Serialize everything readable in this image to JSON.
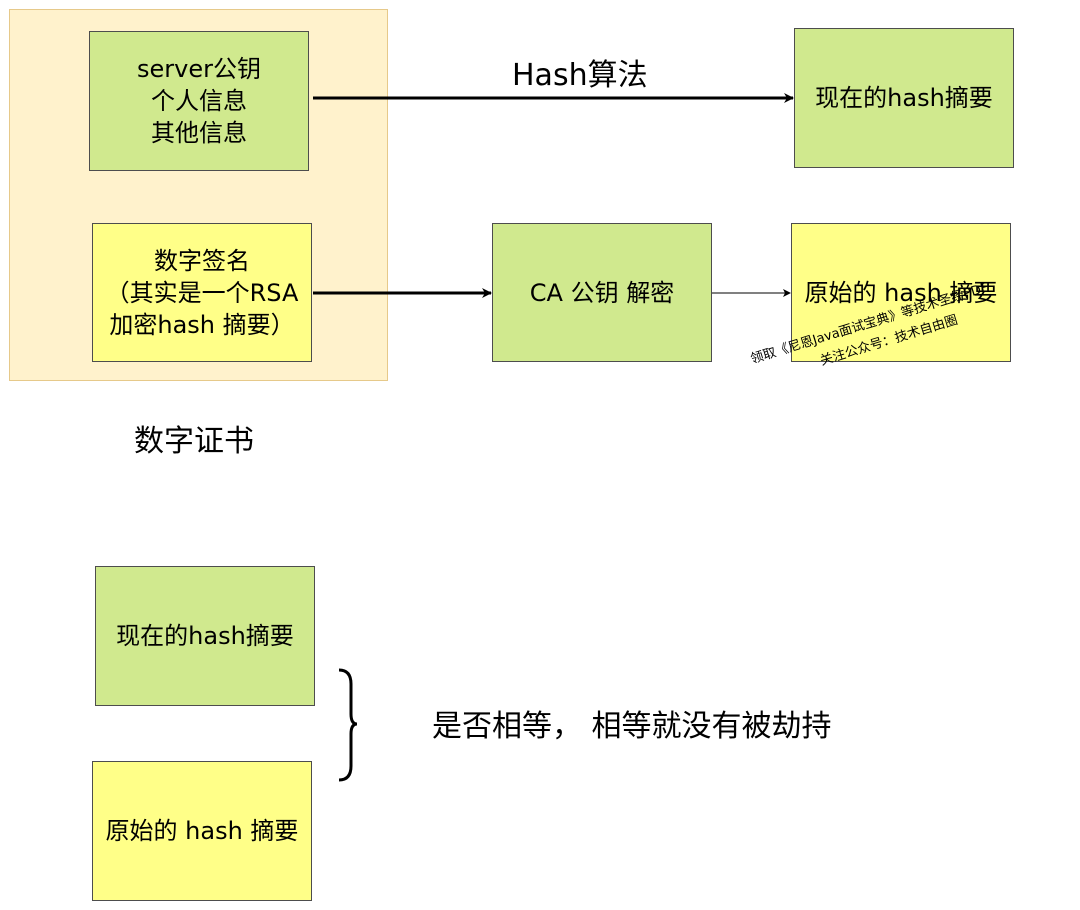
{
  "certificate": {
    "caption": "数字证书",
    "info_box": {
      "lines": [
        "server公钥",
        "个人信息",
        "其他信息"
      ]
    },
    "signature_box": {
      "lines": [
        "数字签名",
        "（其实是一个RSA",
        "加密hash 摘要）"
      ]
    }
  },
  "top_flow": {
    "arrow_label": "Hash算法",
    "current_hash_box": "现在的hash摘要"
  },
  "middle_flow": {
    "decrypt_box": "CA 公钥 解密",
    "original_hash_box": "原始的 hash 摘要"
  },
  "watermark": {
    "line1": "领取《尼恩Java面试宝典》等技术圣经PDF",
    "line2": "关注公众号：技术自由圈"
  },
  "comparison": {
    "current_hash_box": "现在的hash摘要",
    "original_hash_box": "原始的 hash 摘要",
    "result_text": "是否相等， 相等就没有被劫持"
  },
  "colors": {
    "green_fill": "#d0e98e",
    "yellow_fill": "#ffff88",
    "group_fill": "#fff2cc",
    "group_border": "#e6c98a"
  }
}
